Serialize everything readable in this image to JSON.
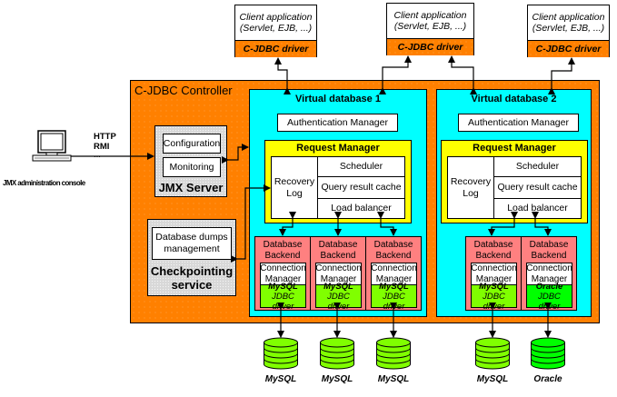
{
  "clients": [
    {
      "app_line1": "Client application",
      "app_line2": "(Servlet, EJB, ...)",
      "driver": "C-JDBC driver"
    },
    {
      "app_line1": "Client application",
      "app_line2": "(Servlet, EJB, ...)",
      "driver": "C-JDBC driver"
    },
    {
      "app_line1": "Client application",
      "app_line2": "(Servlet, EJB, ...)",
      "driver": "C-JDBC driver"
    }
  ],
  "console": {
    "label": "JMX administration console",
    "protocol_line1": "HTTP",
    "protocol_line2": "RMI",
    "protocol_line3": "..."
  },
  "controller": {
    "title": "C-JDBC Controller",
    "jmx_server": {
      "title": "JMX Server",
      "items": [
        "Configuration",
        "Monitoring"
      ]
    },
    "checkpointing": {
      "title_line1": "Checkpointing",
      "title_line2": "service",
      "item_line1": "Database dumps",
      "item_line2": "management"
    }
  },
  "virtual_databases": [
    {
      "title": "Virtual database 1",
      "auth": "Authentication Manager",
      "request_manager": {
        "title": "Request Manager",
        "recovery_line1": "Recovery",
        "recovery_line2": "Log",
        "scheduler": "Scheduler",
        "cache": "Query result cache",
        "load_balancer": "Load balancer"
      },
      "backends": [
        {
          "title_line1": "Database",
          "title_line2": "Backend",
          "cm_line1": "Connection",
          "cm_line2": "Manager",
          "driver_line1": "MySQL",
          "driver_line2": "JDBC driver",
          "driver_color": "#80ff00"
        },
        {
          "title_line1": "Database",
          "title_line2": "Backend",
          "cm_line1": "Connection",
          "cm_line2": "Manager",
          "driver_line1": "MySQL",
          "driver_line2": "JDBC driver",
          "driver_color": "#80ff00"
        },
        {
          "title_line1": "Database",
          "title_line2": "Backend",
          "cm_line1": "Connection",
          "cm_line2": "Manager",
          "driver_line1": "MySQL",
          "driver_line2": "JDBC driver",
          "driver_color": "#80ff00"
        }
      ]
    },
    {
      "title": "Virtual database 2",
      "auth": "Authentication Manager",
      "request_manager": {
        "title": "Request Manager",
        "recovery_line1": "Recovery",
        "recovery_line2": "Log",
        "scheduler": "Scheduler",
        "cache": "Query result cache",
        "load_balancer": "Load balancer"
      },
      "backends": [
        {
          "title_line1": "Database",
          "title_line2": "Backend",
          "cm_line1": "Connection",
          "cm_line2": "Manager",
          "driver_line1": "MySQL",
          "driver_line2": "JDBC driver",
          "driver_color": "#80ff00"
        },
        {
          "title_line1": "Database",
          "title_line2": "Backend",
          "cm_line1": "Connection",
          "cm_line2": "Manager",
          "driver_line1": "Oracle",
          "driver_line2": "JDBC driver",
          "driver_color": "#00ff00"
        }
      ]
    }
  ],
  "databases": [
    {
      "label": "MySQL",
      "color": "#80ff00"
    },
    {
      "label": "MySQL",
      "color": "#80ff00"
    },
    {
      "label": "MySQL",
      "color": "#80ff00"
    },
    {
      "label": "MySQL",
      "color": "#80ff00"
    },
    {
      "label": "Oracle",
      "color": "#00ff00"
    }
  ],
  "colors": {
    "controller": "#ff8000",
    "virtual_db": "#00ffff",
    "request_manager": "#ffff00",
    "backend": "#ff8080",
    "mysql": "#80ff00",
    "oracle": "#00ff00"
  }
}
